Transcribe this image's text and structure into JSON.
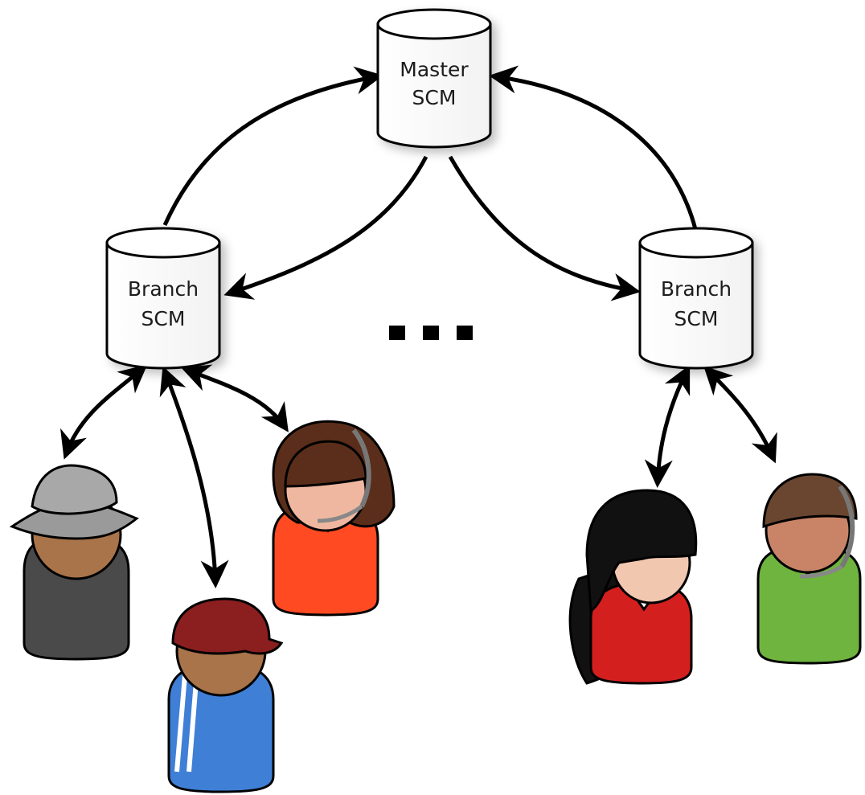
{
  "nodes": {
    "master": {
      "line1": "Master",
      "line2": "SCM"
    },
    "branch_left": {
      "line1": "Branch",
      "line2": "SCM"
    },
    "branch_right": {
      "line1": "Branch",
      "line2": "SCM"
    }
  },
  "people": [
    {
      "id": "gray-hat-man",
      "shirt": "#4a4a4a",
      "skin": "#a9744a",
      "hair": "#9a9a9a"
    },
    {
      "id": "red-cap-boy",
      "shirt": "#3f7fd6",
      "skin": "#a9744a",
      "hair": "#8b1f1f"
    },
    {
      "id": "headset-woman-orange",
      "shirt": "#ff4a22",
      "skin": "#f0b7a0",
      "hair": "#5a2e1a"
    },
    {
      "id": "black-hair-woman",
      "shirt": "#d41f1f",
      "skin": "#f2c7b0",
      "hair": "#111111"
    },
    {
      "id": "headset-man-green",
      "shirt": "#6fb43f",
      "skin": "#c98467",
      "hair": "#6a4630"
    }
  ],
  "ellipsis": "..."
}
